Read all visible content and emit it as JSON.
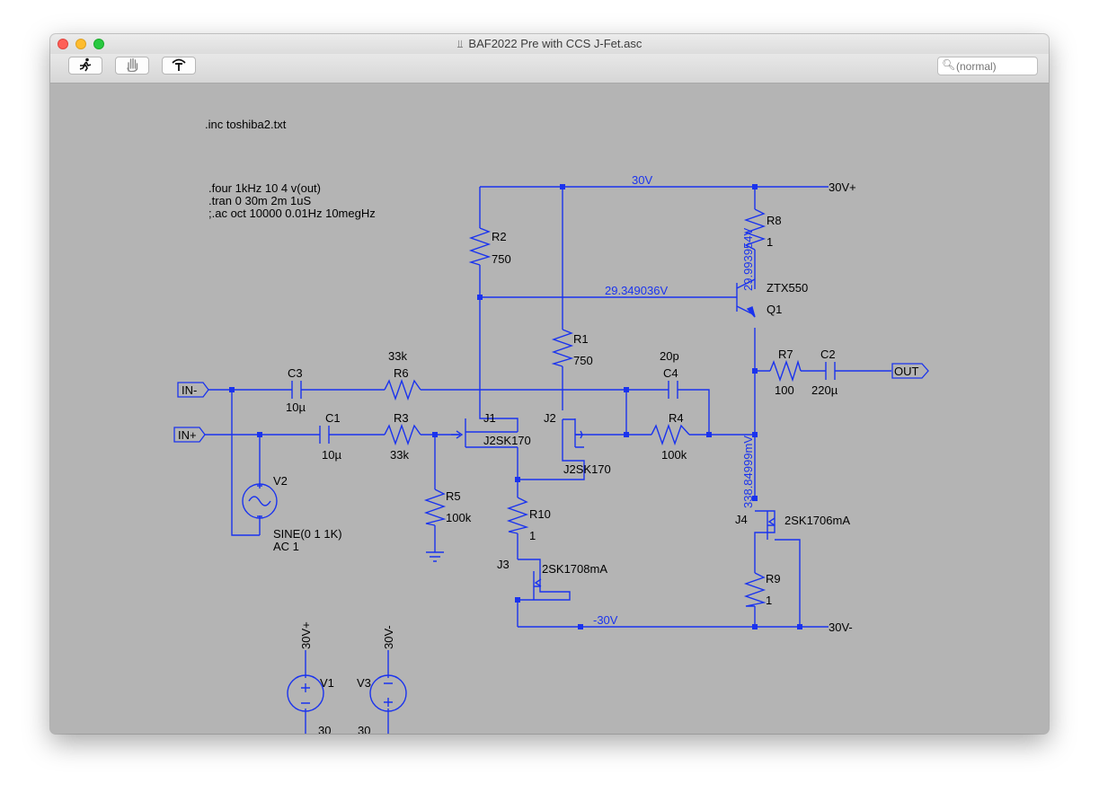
{
  "window": {
    "title": "BAF2022 Pre with CCS J-Fet.asc"
  },
  "toolbar": {
    "search_placeholder": "(normal)"
  },
  "directives": [
    ".inc toshiba2.txt",
    ".four 1kHz 10 4 v(out)",
    ".tran 0 30m 2m 1uS",
    ";.ac oct 10000 0.01Hz 10megHz"
  ],
  "net_labels": {
    "pos_rail": "30V+",
    "neg_rail": "30V-",
    "in_minus": "IN-",
    "in_plus": "IN+",
    "out": "OUT",
    "v1_top": "30V+",
    "v3_top": "30V-"
  },
  "annotations": {
    "rail_30v": "30V",
    "rail_neg30v": "-30V",
    "q1_base": "29.349036V",
    "q1_collector": "29.993954V",
    "output_node": "338.84999mV"
  },
  "components": {
    "r1": {
      "name": "R1",
      "value": "750"
    },
    "r2": {
      "name": "R2",
      "value": "750"
    },
    "r3": {
      "name": "R3",
      "value": "33k"
    },
    "r4": {
      "name": "R4",
      "value": "100k"
    },
    "r5": {
      "name": "R5",
      "value": "100k"
    },
    "r6": {
      "name": "R6",
      "value": "33k"
    },
    "r7": {
      "name": "R7",
      "value": "100"
    },
    "r8": {
      "name": "R8",
      "value": "1"
    },
    "r9": {
      "name": "R9",
      "value": "1"
    },
    "r10": {
      "name": "R10",
      "value": "1"
    },
    "c1": {
      "name": "C1",
      "value": "10µ"
    },
    "c2": {
      "name": "C2",
      "value": "220µ"
    },
    "c3": {
      "name": "C3",
      "value": "10µ"
    },
    "c4": {
      "name": "C4",
      "value": "20p"
    },
    "q1": {
      "name": "Q1",
      "value": "ZTX550"
    },
    "j1": {
      "name": "J1",
      "value": "J2SK170"
    },
    "j2": {
      "name": "J2",
      "value": "J2SK170"
    },
    "j3": {
      "name": "J3",
      "value": "2SK1708mA"
    },
    "j4": {
      "name": "J4",
      "value": "2SK1706mA"
    },
    "v1": {
      "name": "V1",
      "value": "30"
    },
    "v2": {
      "name": "V2",
      "value": "SINE(0 1 1K)",
      "value2": "AC 1"
    },
    "v3": {
      "name": "V3",
      "value": "30"
    }
  },
  "colors": {
    "wire": "#1a33ee",
    "canvas": "#b4b4b4",
    "text": "#000000"
  },
  "icons": [
    "run-icon",
    "halt-icon",
    "probe-icon",
    "search-icon",
    "document-icon"
  ]
}
